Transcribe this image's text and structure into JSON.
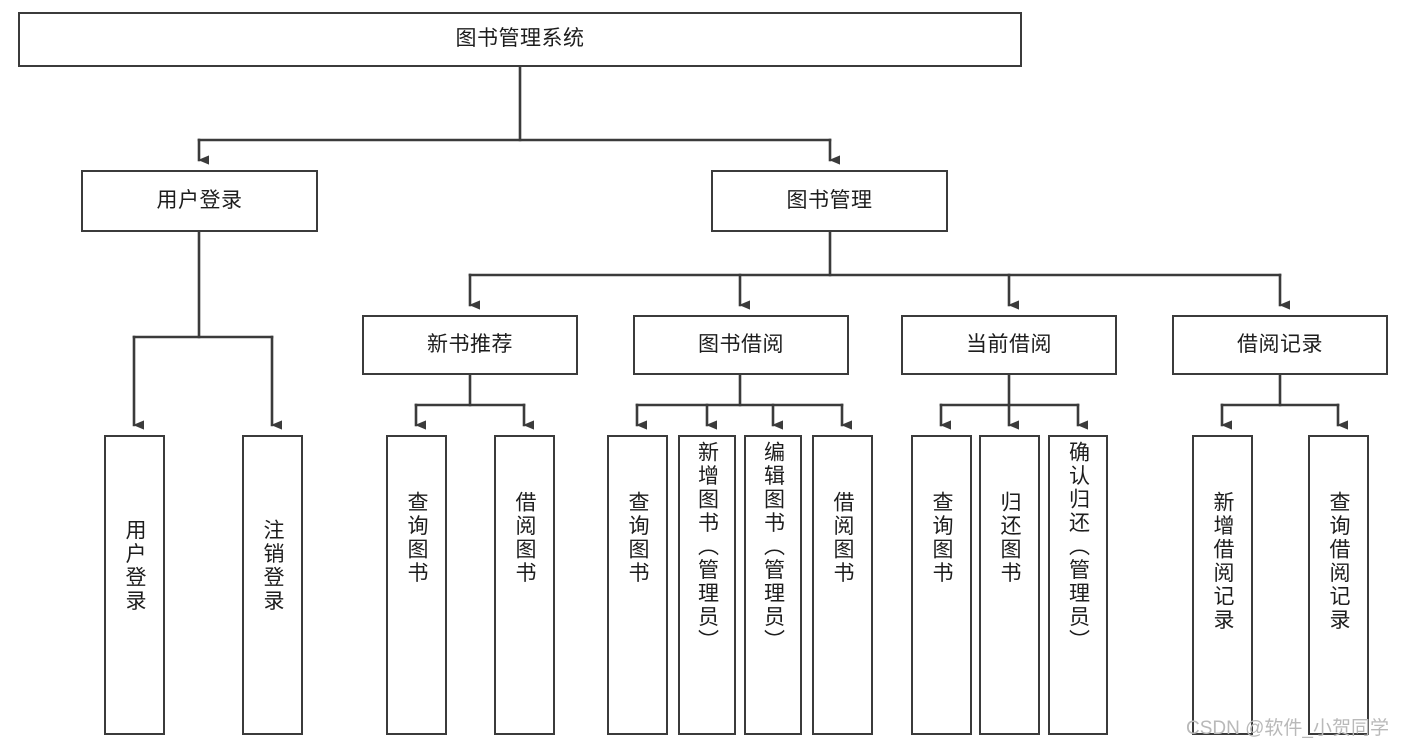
{
  "diagram": {
    "title": "图书管理系统",
    "type": "hierarchy-tree",
    "root": {
      "label": "图书管理系统"
    },
    "level2": [
      {
        "label": "用户登录"
      },
      {
        "label": "图书管理"
      }
    ],
    "level3": [
      {
        "label": "新书推荐"
      },
      {
        "label": "图书借阅"
      },
      {
        "label": "当前借阅"
      },
      {
        "label": "借阅记录"
      }
    ],
    "leaves": {
      "user_login": [
        {
          "label": "用户登录"
        },
        {
          "label": "注销登录"
        }
      ],
      "new_book_recommend": [
        {
          "label": "查询图书"
        },
        {
          "label": "借阅图书"
        }
      ],
      "book_borrow": [
        {
          "label": "查询图书"
        },
        {
          "label": "新增图书（管理员）"
        },
        {
          "label": "编辑图书（管理员）"
        },
        {
          "label": "借阅图书"
        }
      ],
      "current_borrow": [
        {
          "label": "查询图书"
        },
        {
          "label": "归还图书"
        },
        {
          "label": "确认归还（管理员）"
        }
      ],
      "borrow_record": [
        {
          "label": "新增借阅记录"
        },
        {
          "label": "查询借阅记录"
        }
      ]
    }
  },
  "watermark": {
    "text": "CSDN @软件_小贺同学"
  },
  "colors": {
    "stroke": "#3b3b3b",
    "background": "#ffffff",
    "text": "#1d1d1d",
    "watermark": "#b9b9b9"
  }
}
